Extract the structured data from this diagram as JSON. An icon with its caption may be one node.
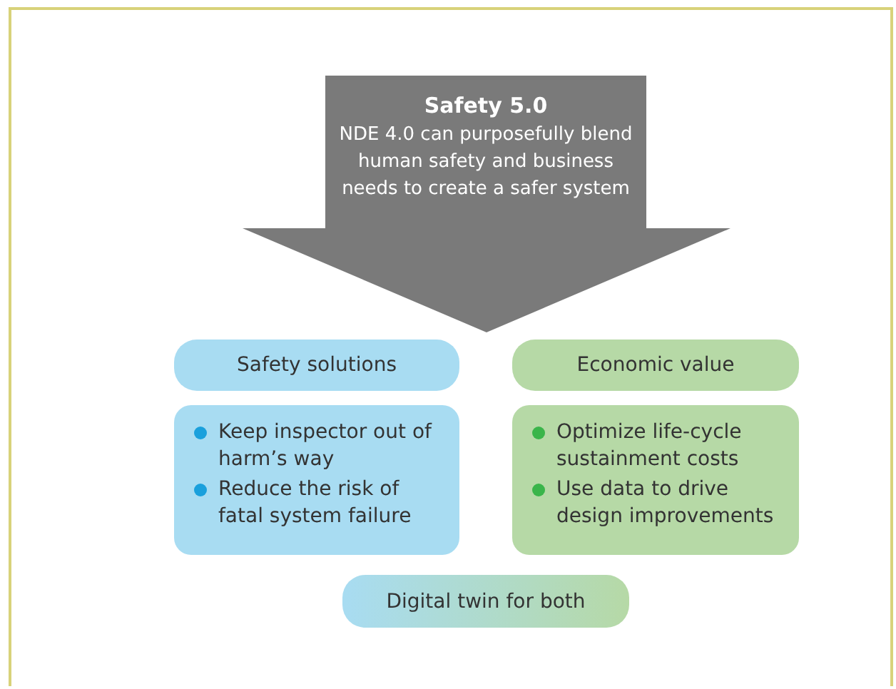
{
  "diagram": {
    "nodes": [
      {
        "text": [
          "Safety 5.0",
          "NDE 4.0 can purposefully blend human safety and business needs to create a safer system"
        ]
      },
      {
        "text": [
          "Safety solutions"
        ]
      },
      {
        "text": [
          "Economic value"
        ]
      },
      {
        "text": [
          "Keep inspector out of harm’s way",
          "Reduce the risk of fatal system failure"
        ]
      },
      {
        "text": [
          "Optimize life-cycle sustainment costs",
          "Use data to drive design improvements"
        ]
      },
      {
        "text": [
          "Digital twin for both"
        ]
      }
    ]
  }
}
